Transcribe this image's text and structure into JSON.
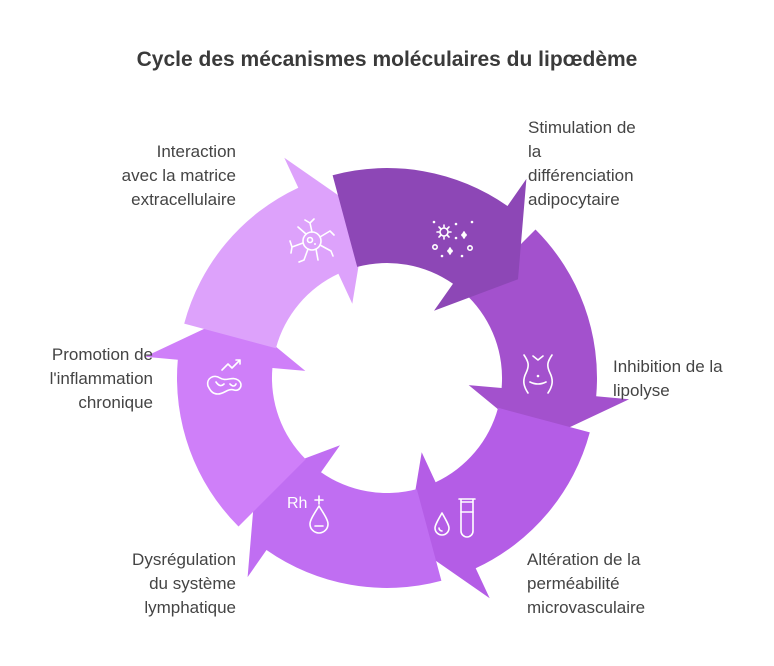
{
  "title": "Cycle des mécanismes moléculaires du lipœdème",
  "segments": [
    {
      "lines": [
        "Stimulation de",
        "la",
        "différenciation",
        "adipocytaire"
      ],
      "color": "#8d47b6",
      "icon": "molecules-icon"
    },
    {
      "lines": [
        "Inhibition de la",
        "lipolyse"
      ],
      "color": "#a351cd",
      "icon": "waist-icon"
    },
    {
      "lines": [
        "Altération de la",
        "perméabilité",
        "microvasculaire"
      ],
      "color": "#b45de6",
      "icon": "test-tube-drop-icon"
    },
    {
      "lines": [
        "Dysrégulation",
        "du système",
        "lymphatique"
      ],
      "color": "#c06ef2",
      "icon": "rh-drop-icon"
    },
    {
      "lines": [
        "Promotion de",
        "l'inflammation",
        "chronique"
      ],
      "color": "#cf7ff9",
      "icon": "inflammation-icon"
    },
    {
      "lines": [
        "Interaction",
        "avec la matrice",
        "extracellulaire"
      ],
      "color": "#dda2fb",
      "icon": "cell-network-icon"
    }
  ],
  "rh_text": "Rh"
}
